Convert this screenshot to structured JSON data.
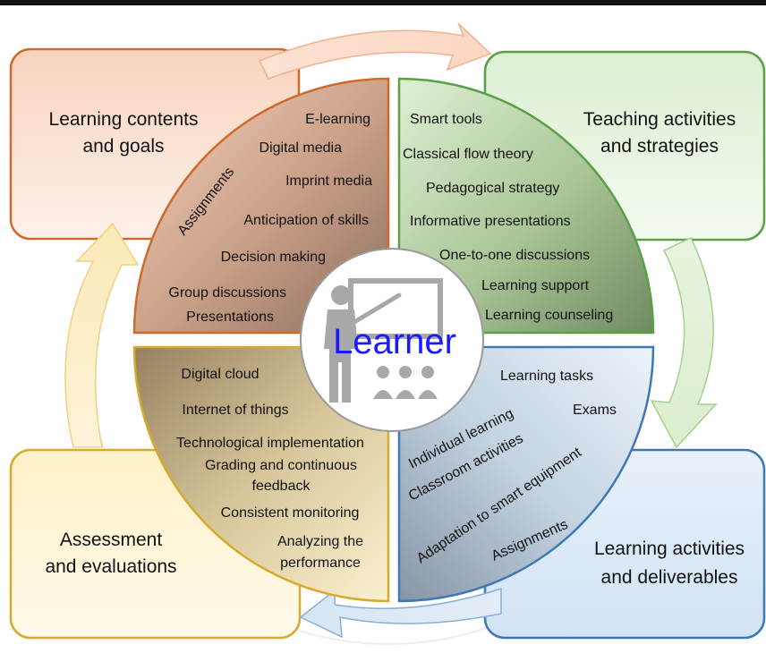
{
  "center": {
    "label": "Learner"
  },
  "corners": {
    "top_left": {
      "lines": [
        "Learning contents",
        "and goals"
      ]
    },
    "top_right": {
      "lines": [
        "Teaching activities",
        "and strategies"
      ]
    },
    "bottom_left": {
      "lines": [
        "Assessment",
        "and evaluations"
      ]
    },
    "bottom_right": {
      "lines": [
        "Learning activities",
        "and deliverables"
      ]
    }
  },
  "quadrants": {
    "top_left": {
      "items": [
        "E-learning",
        "Digital media",
        "Imprint media",
        "Anticipation of skills",
        "Decision making",
        "Group discussions",
        "Presentations"
      ],
      "rotated": [
        "Assignments"
      ]
    },
    "top_right": {
      "items": [
        "Smart tools",
        "Classical flow theory",
        "Pedagogical strategy",
        "Informative presentations",
        "One-to-one discussions",
        "Learning support",
        "Learning counseling"
      ]
    },
    "bottom_left": {
      "items": [
        "Digital cloud",
        "Internet of things",
        "Technological implementation",
        "Grading and continuous",
        "feedback",
        "Consistent monitoring",
        "Analyzing the",
        "performance"
      ]
    },
    "bottom_right": {
      "items": [
        "Learning tasks",
        "Exams"
      ],
      "rotated": [
        "Individual learning",
        "Classroom activities",
        "Adaptation to smart equipment",
        "Assignments"
      ]
    }
  },
  "colors": {
    "orange_border": "#cf6a2a",
    "green_border": "#5aa046",
    "blue_border": "#3f79b5",
    "yellow_border": "#d6aa2c",
    "center_text": "#1a1aff",
    "icon_gray": "#a8a8a8"
  },
  "icons": [
    "teacher-presentation-icon"
  ]
}
